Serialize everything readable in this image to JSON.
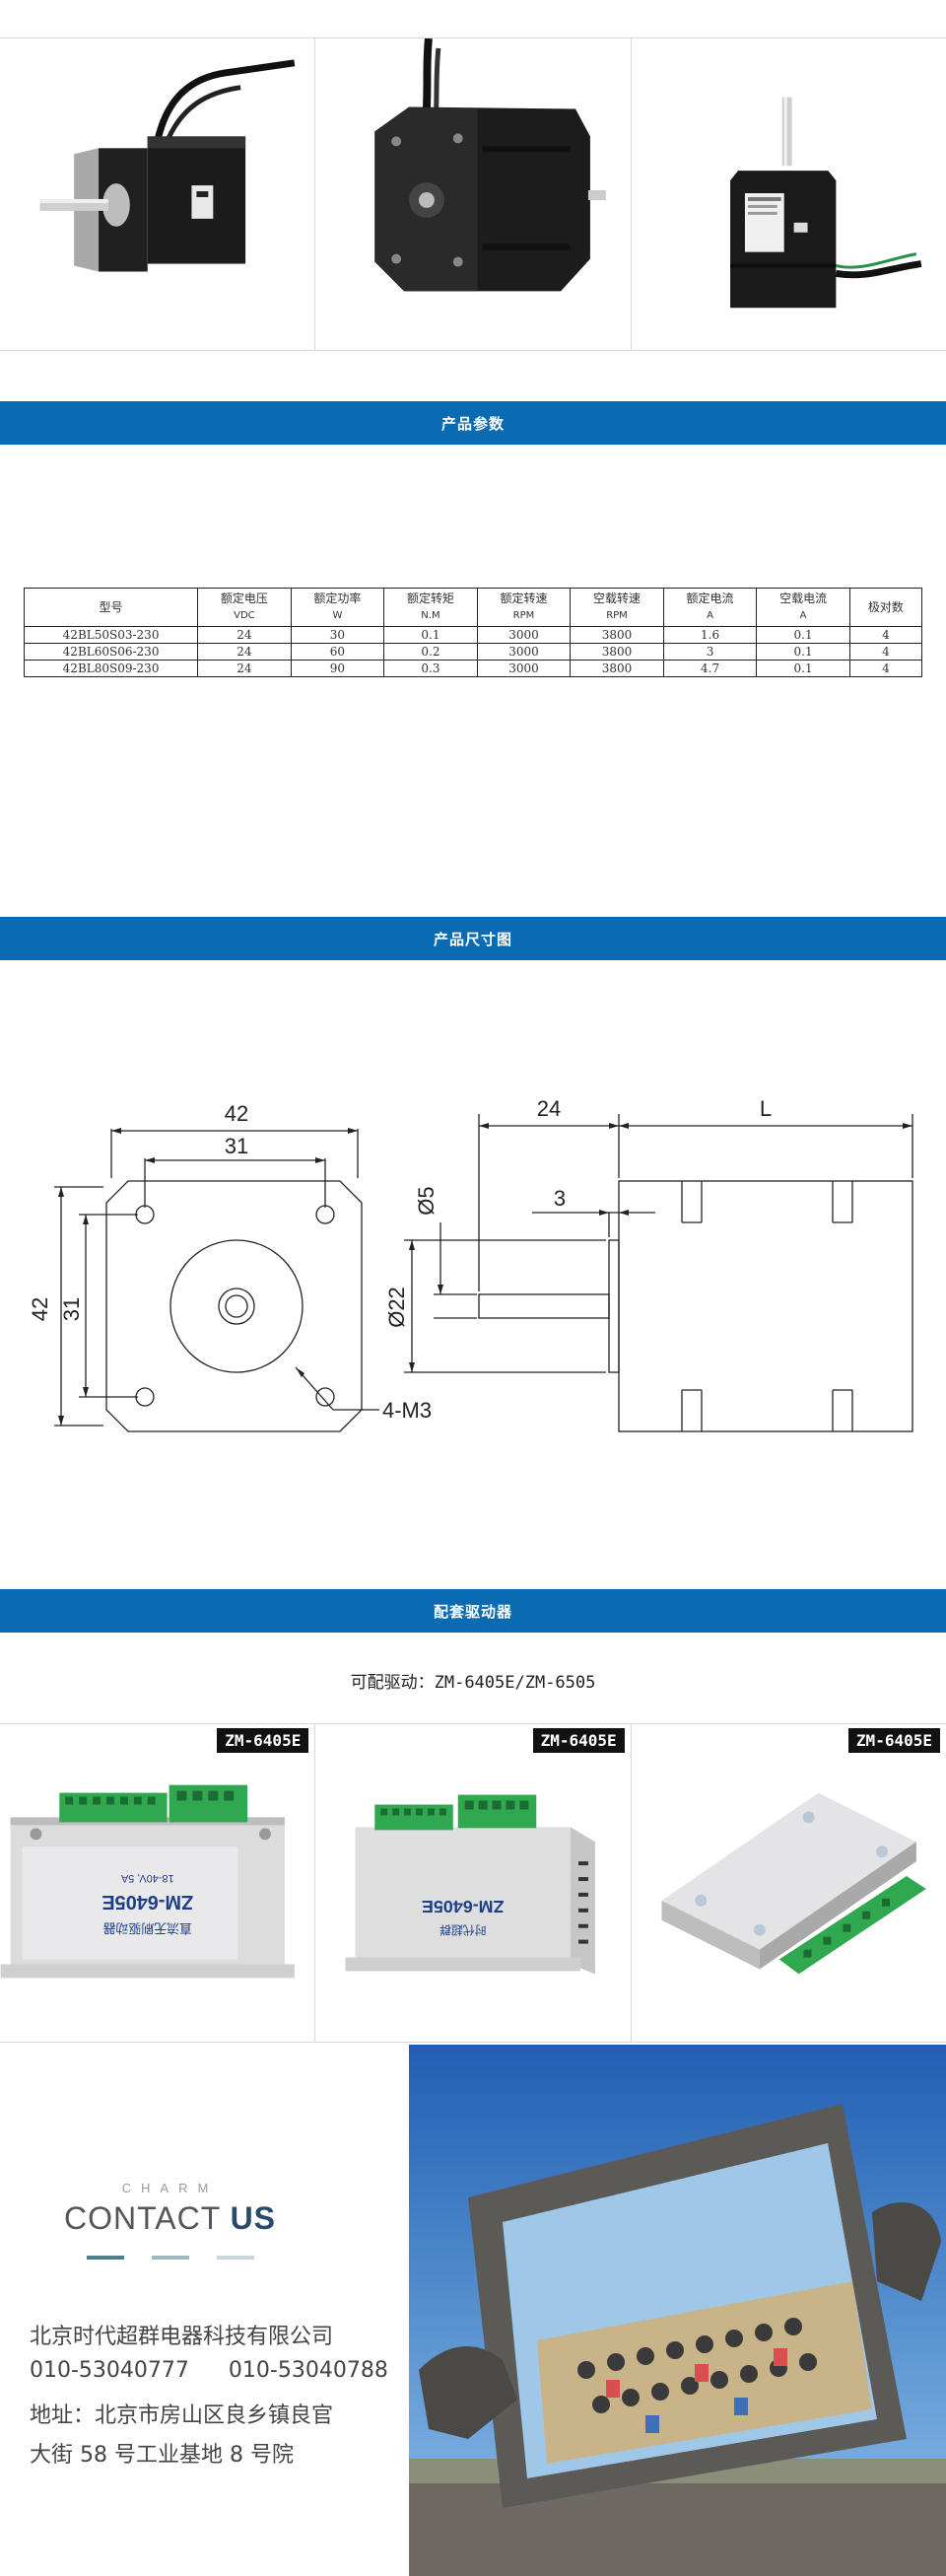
{
  "sections": {
    "params": "产品参数",
    "dimensions": "产品尺寸图",
    "driver": "配套驱动器"
  },
  "motor_gallery": [
    {
      "icon": "motor-photo-side"
    },
    {
      "icon": "motor-photo-front"
    },
    {
      "icon": "motor-photo-top"
    }
  ],
  "params_table": {
    "headers": [
      {
        "label": "型号",
        "unit": ""
      },
      {
        "label": "额定电压",
        "unit": "VDC"
      },
      {
        "label": "额定功率",
        "unit": "W"
      },
      {
        "label": "额定转矩",
        "unit": "N.M"
      },
      {
        "label": "额定转速",
        "unit": "RPM"
      },
      {
        "label": "空载转速",
        "unit": "RPM"
      },
      {
        "label": "额定电流",
        "unit": "A"
      },
      {
        "label": "空载电流",
        "unit": "A"
      },
      {
        "label": "极对数",
        "unit": ""
      }
    ],
    "rows": [
      [
        "42BL50S03-230",
        "24",
        "30",
        "0.1",
        "3000",
        "3800",
        "1.6",
        "0.1",
        "4"
      ],
      [
        "42BL60S06-230",
        "24",
        "60",
        "0.2",
        "3000",
        "3800",
        "3",
        "0.1",
        "4"
      ],
      [
        "42BL80S09-230",
        "24",
        "90",
        "0.3",
        "3000",
        "3800",
        "4.7",
        "0.1",
        "4"
      ]
    ]
  },
  "dimension_drawing": {
    "labels": {
      "width_outer": "42",
      "width_inner": "31",
      "height_outer": "42",
      "height_inner": "31",
      "holes": "4-M3",
      "shaft_length": "24",
      "body_length": "L",
      "flange": "3",
      "shaft_dia": "Ø5",
      "boss_dia": "Ø22"
    }
  },
  "driver": {
    "compatible_text": "可配驱动：ZM-6405E/ZM-6505",
    "tags": [
      "ZM-6405E",
      "ZM-6405E",
      "ZM-6405E"
    ],
    "label_model": "ZM-6405E",
    "label_spec": "18-40V, 5A",
    "label_name": "直流无刷驱动器",
    "label_brand": "时代超群"
  },
  "contact": {
    "charm": "CHARM",
    "title_contact": "CONTACT",
    "title_us": "US",
    "company": "北京时代超群电器科技有限公司",
    "phone1": "010-53040777",
    "phone2": "010-53040788",
    "address_line1": "地址：北京市房山区良乡镇良官",
    "address_line2": "大街 58 号工业基地 8 号院",
    "dash_colors": [
      "#4f7f8a",
      "#9fb8c0",
      "#c8d5da"
    ]
  },
  "colors": {
    "brand_blue": "#0a6bb3",
    "terminal_green": "#2fa84f"
  }
}
